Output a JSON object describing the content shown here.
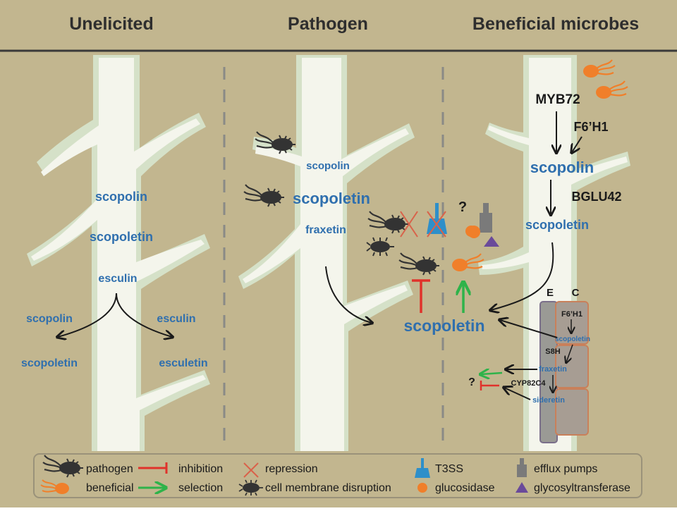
{
  "headers": {
    "unelicited": "Unelicited",
    "pathogen": "Pathogen",
    "beneficial": "Beneficial microbes"
  },
  "unelicited": {
    "scopolin": "scopolin",
    "scopoletin": "scopoletin",
    "esculin": "esculin",
    "left_scopolin": "scopolin",
    "left_scopoletin": "scopoletin",
    "right_esculin": "esculin",
    "right_esculetin": "esculetin"
  },
  "pathogen": {
    "scopolin": "scopolin",
    "scopoletin": "scopoletin",
    "fraxetin": "fraxetin",
    "question": "?",
    "center_scopoletin": "scopoletin"
  },
  "beneficial": {
    "myb72": "MYB72",
    "f6h1": "F6’H1",
    "scopolin": "scopolin",
    "bglu42": "BGLU42",
    "scopoletin": "scopoletin",
    "cell_E": "E",
    "cell_C": "C",
    "cell_f6h1": "F6’H1",
    "cell_scopoletin": "scopoletin",
    "s8h": "S8H",
    "cell_fraxetin": "fraxetin",
    "cyp82c4": "CYP82C4",
    "cell_sideretin": "sideretin",
    "question": "?"
  },
  "legend": {
    "pathogen": "pathogen",
    "beneficial": "beneficial",
    "inhibition": "inhibition",
    "selection": "selection",
    "repression": "repression",
    "membrane": "cell membrane disruption",
    "t3ss": "T3SS",
    "glucosidase": "glucosidase",
    "efflux": "efflux pumps",
    "glycosyltransferase": "glycosyltransferase"
  },
  "colors": {
    "background": "#c2b68f",
    "root": "#f4f5ec",
    "root_edge": "#d5e1c8",
    "blue_text": "#2f6fae",
    "inhibition": "#e0322b",
    "selection": "#2eb34a",
    "beneficial": "#f07f2a",
    "t3ss": "#2e8fc9",
    "glycosyltransferase": "#6a4a9a",
    "pathogen": "#333333"
  }
}
